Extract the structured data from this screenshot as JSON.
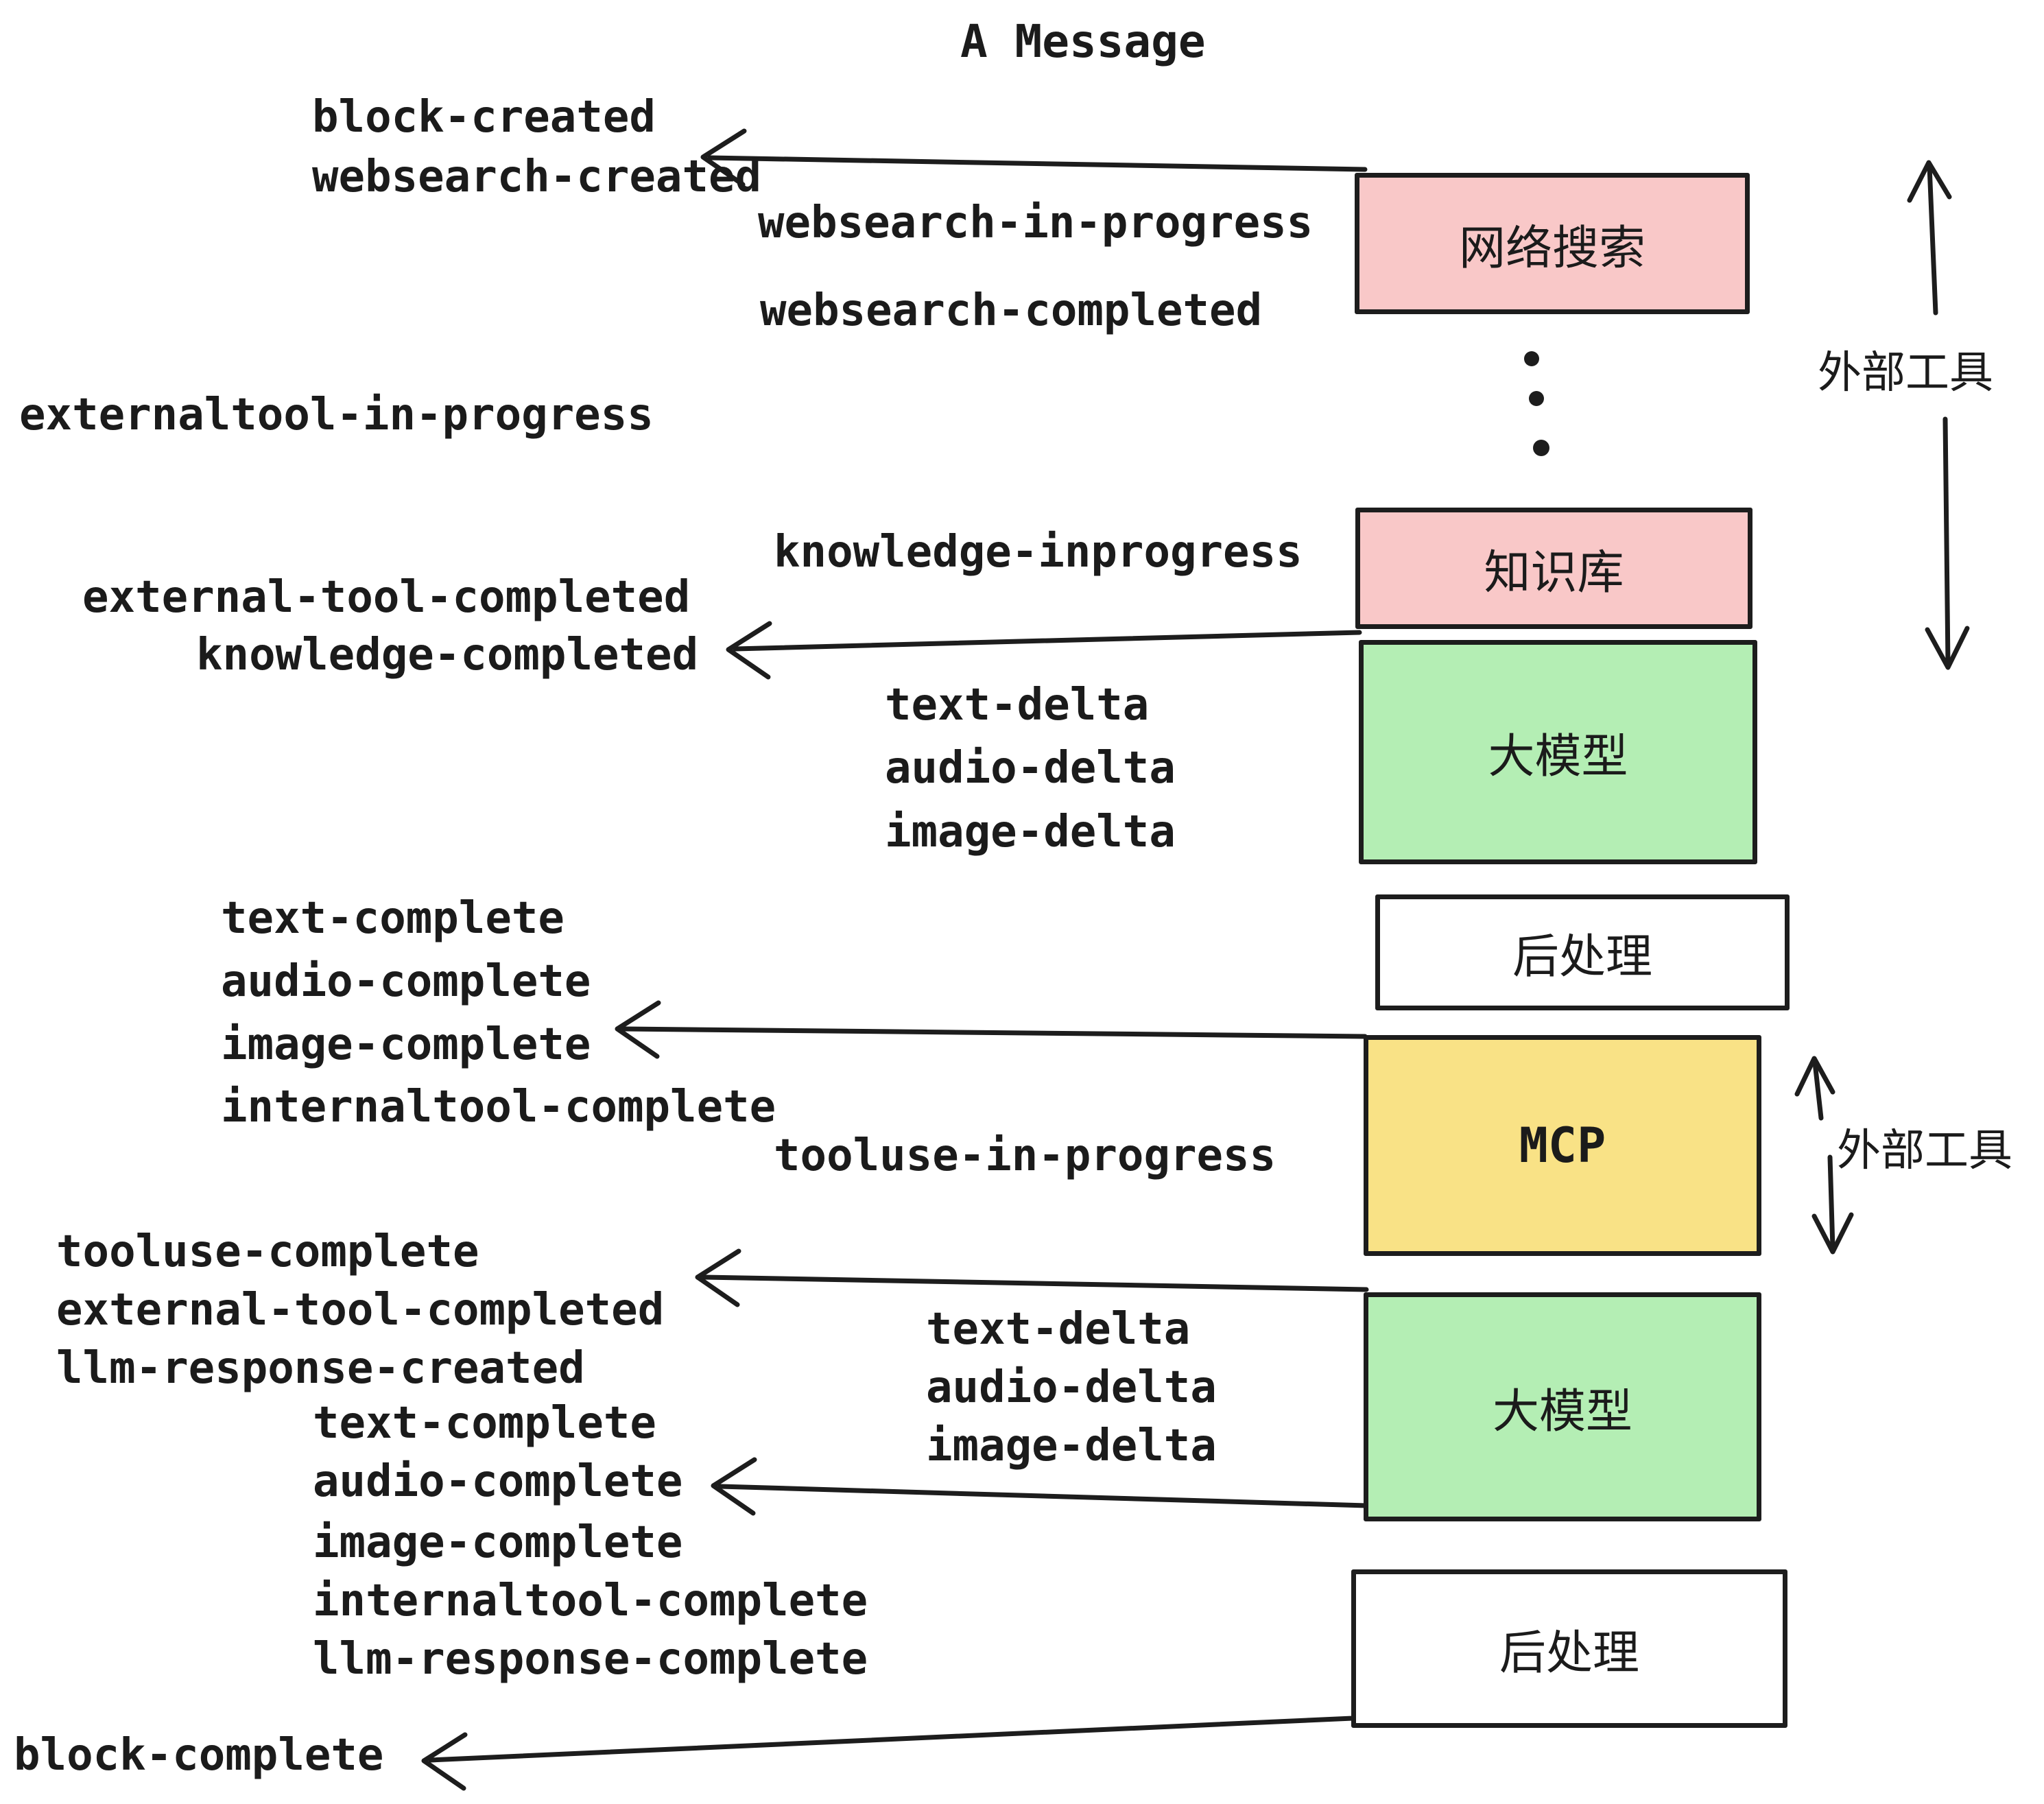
{
  "title": "A Message",
  "events": {
    "block_created": "block-created",
    "websearch_created": "websearch-created",
    "websearch_in_progress": "websearch-in-progress",
    "websearch_completed": "websearch-completed",
    "externaltool_in_progress": "externaltool-in-progress",
    "knowledge_inprogress": "knowledge-inprogress",
    "external_tool_completed": "external-tool-completed",
    "knowledge_completed": "knowledge-completed",
    "text_delta": "text-delta",
    "audio_delta": "audio-delta",
    "image_delta": "image-delta",
    "text_complete": "text-complete",
    "audio_complete": "audio-complete",
    "image_complete": "image-complete",
    "internaltool_complete": "internaltool-complete",
    "tooluse_in_progress": "tooluse-in-progress",
    "tooluse_complete": "tooluse-complete",
    "llm_response_created": "llm-response-created",
    "llm_response_complete": "llm-response-complete",
    "block_complete": "block-complete"
  },
  "boxes": {
    "websearch": {
      "label": "网络搜索",
      "fill": "#f9c8c8"
    },
    "knowledge": {
      "label": "知识库",
      "fill": "#f9c8c8"
    },
    "llm": {
      "label": "大模型",
      "fill": "#b4eeb4"
    },
    "postprocess": {
      "label": "后处理",
      "fill": "#ffffff"
    },
    "mcp": {
      "label": "MCP",
      "fill": "#f9e286"
    }
  },
  "annotations": {
    "external_tools": "外部工具"
  },
  "colors": {
    "ink": "#1d1d1d",
    "pink": "#f9c8c8",
    "green": "#b4eeb4",
    "yellow": "#f9e286",
    "background": "#ffffff"
  }
}
